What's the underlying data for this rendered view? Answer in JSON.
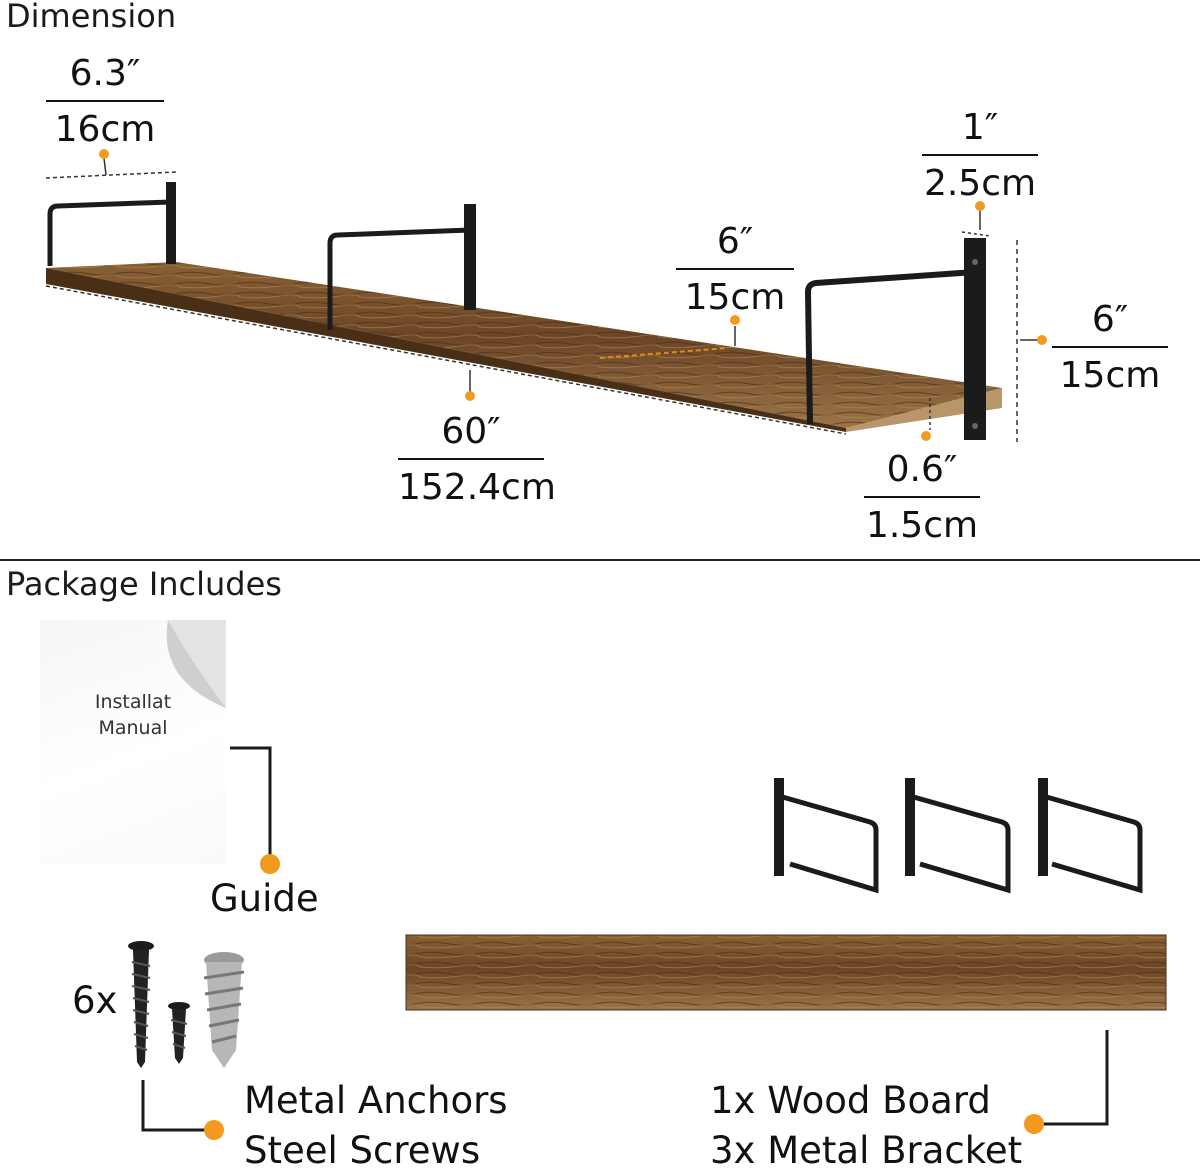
{
  "sections": {
    "dimension_title": "Dimension",
    "package_title": "Package Includes"
  },
  "dimensions": {
    "depth_left": {
      "imperial": "6.3″",
      "metric": "16cm"
    },
    "bracket_width": {
      "imperial": "1″",
      "metric": "2.5cm"
    },
    "mid_depth": {
      "imperial": "6″",
      "metric": "15cm"
    },
    "height": {
      "imperial": "6″",
      "metric": "15cm"
    },
    "length": {
      "imperial": "60″",
      "metric": "152.4cm"
    },
    "thickness": {
      "imperial": "0.6″",
      "metric": "1.5cm"
    }
  },
  "package": {
    "manual_text_line1": "Installat",
    "manual_text_line2": "Manual",
    "guide_label": "Guide",
    "hardware_qty": "6x",
    "hardware_line1": "Metal Anchors",
    "hardware_line2": "Steel Screws",
    "board_line1": "1x Wood Board",
    "board_line2": "3x Metal Bracket"
  },
  "colors": {
    "accent": "#f39a1e",
    "wood_dark": "#5a3a1e",
    "wood_light": "#a57a4c",
    "metal": "#1b1b1b"
  }
}
